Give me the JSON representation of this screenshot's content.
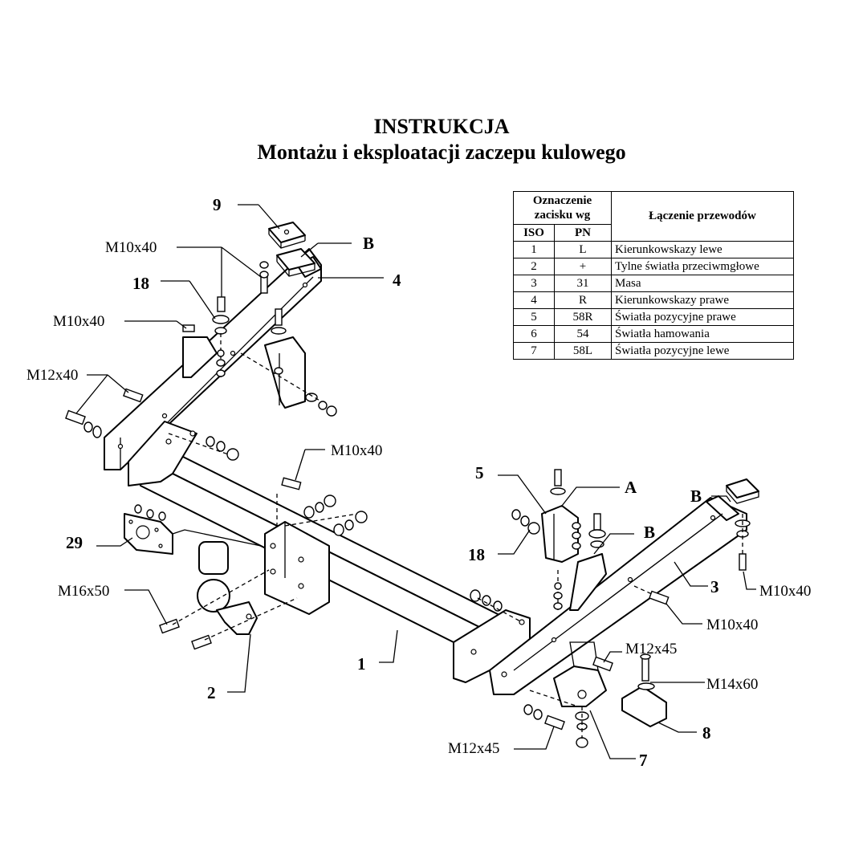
{
  "title": {
    "line1": "INSTRUKCJA",
    "line2": "Montażu i eksploatacji zaczepu kulowego"
  },
  "table": {
    "header_designation": "Oznaczenie zacisku wg",
    "header_iso": "ISO",
    "header_pn": "PN",
    "header_connection": "Łączenie przewodów",
    "rows": [
      {
        "iso": "1",
        "pn": "L",
        "desc": "Kierunkowskazy lewe"
      },
      {
        "iso": "2",
        "pn": "+",
        "desc": "Tylne światła przeciwmgłowe"
      },
      {
        "iso": "3",
        "pn": "31",
        "desc": "Masa"
      },
      {
        "iso": "4",
        "pn": "R",
        "desc": "Kierunkowskazy prawe"
      },
      {
        "iso": "5",
        "pn": "58R",
        "desc": "Światła pozycyjne prawe"
      },
      {
        "iso": "6",
        "pn": "54",
        "desc": "Światła hamowania"
      },
      {
        "iso": "7",
        "pn": "58L",
        "desc": "Światła pozycyjne lewe"
      }
    ]
  },
  "labels": {
    "part_9": "9",
    "part_B_left": "B",
    "part_4": "4",
    "part_18_left": "18",
    "part_29": "29",
    "part_2": "2",
    "part_1": "1",
    "part_5": "5",
    "part_A": "A",
    "part_B_mid": "B",
    "part_18_right": "18",
    "part_B_right": "B",
    "part_3": "3",
    "part_8": "8",
    "part_7": "7",
    "bolt_m10x40_top": "M10x40",
    "bolt_m10x40_left": "M10x40",
    "bolt_m12x40": "M12x40",
    "bolt_m10x40_center": "M10x40",
    "bolt_m16x50": "M16x50",
    "bolt_m10x40_right": "M10x40",
    "bolt_m10x40_right2": "M10x40",
    "bolt_m12x45_top": "M12x45",
    "bolt_m14x60": "M14x60",
    "bolt_m12x45_bottom": "M12x45"
  }
}
